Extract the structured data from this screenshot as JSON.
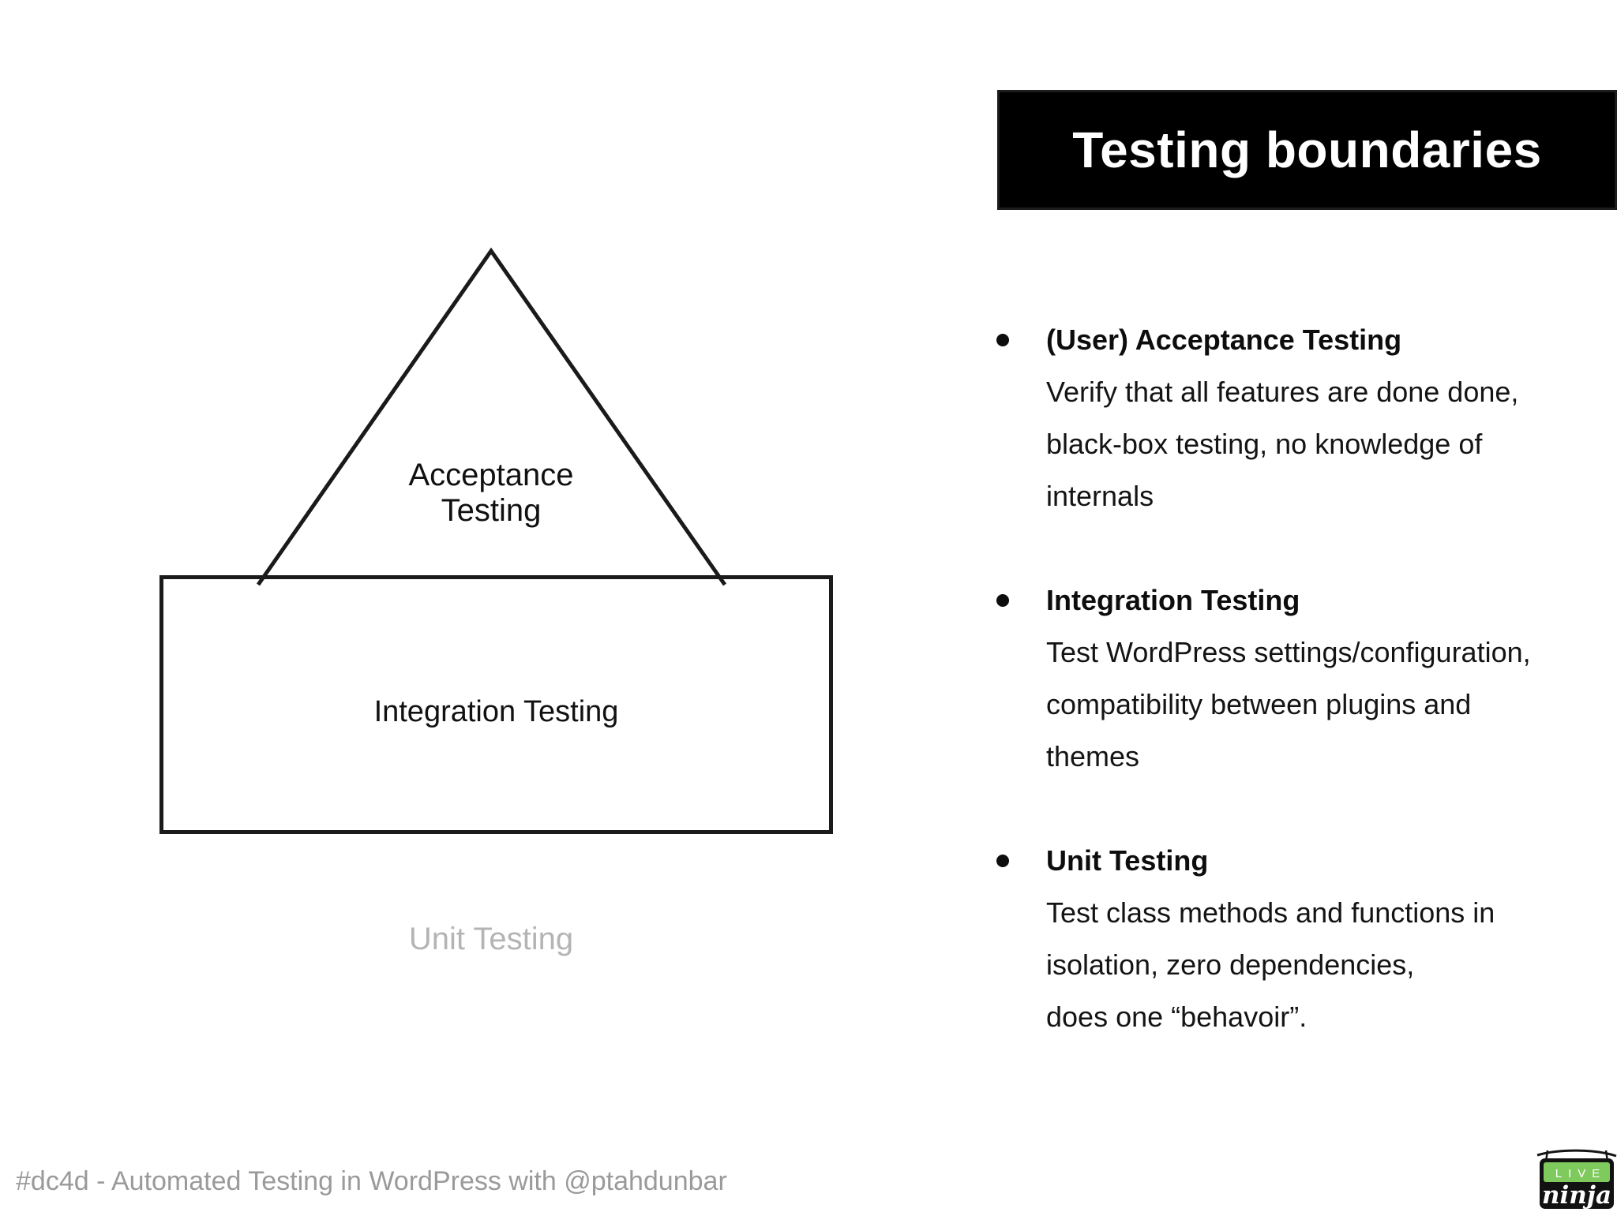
{
  "title": "Testing boundaries",
  "pyramid": {
    "acceptance": {
      "line1": "Acceptance",
      "line2": "Testing"
    },
    "integration": "Integration Testing",
    "unit": "Unit Testing"
  },
  "bullets": [
    {
      "heading": "(User) Acceptance Testing",
      "lines": [
        "Verify that all features are done done,",
        "black-box testing, no knowledge of",
        "internals"
      ]
    },
    {
      "heading": "Integration Testing",
      "lines": [
        "Test WordPress settings/configuration,",
        "compatibility between plugins and",
        "themes"
      ]
    },
    {
      "heading": "Unit Testing",
      "lines": [
        "Test class methods and functions in",
        "isolation, zero dependencies,",
        "does one “behavoir”."
      ]
    }
  ],
  "footer": "#dc4d - Automated Testing in WordPress with @ptahdunbar",
  "logo": {
    "live": "LIVE",
    "ninja": "ninja"
  },
  "colors": {
    "title_bg": "#000000",
    "title_text": "#ffffff",
    "diagram_stroke": "#1a1a1a",
    "unit_gray": "#b4b4b4",
    "footer_gray": "#9a9a9a",
    "logo_green": "#7fca5d",
    "logo_black": "#121212"
  }
}
